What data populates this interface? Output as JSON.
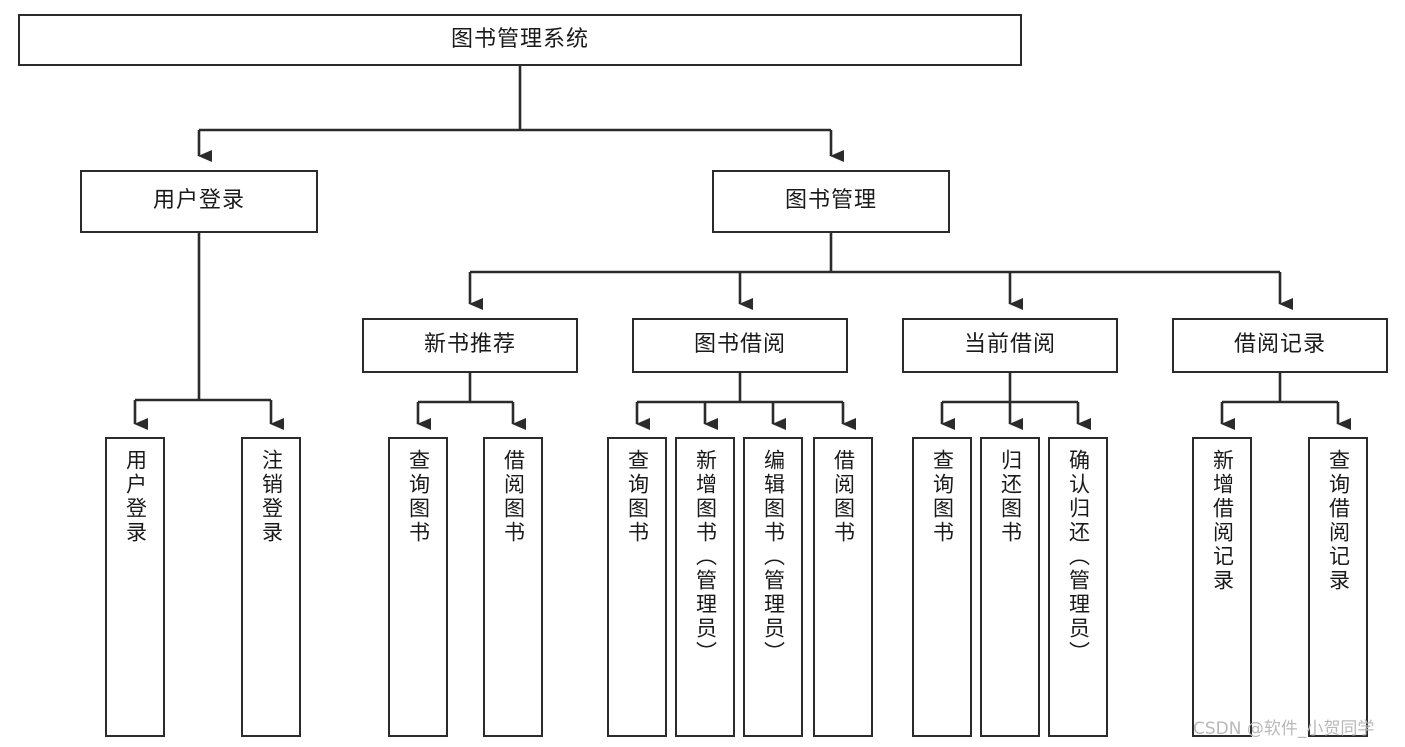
{
  "diagram": {
    "type": "hierarchy-tree",
    "title": "图书管理系统",
    "orientation": "top-down",
    "colors": {
      "box_border": "#2b2b2b",
      "box_fill": "#ffffff",
      "connector": "#2b2b2b",
      "text": "#1a1a1a",
      "watermark": "#b9b9b9",
      "background": "#ffffff"
    }
  },
  "root": {
    "label": "图书管理系统"
  },
  "level2": [
    {
      "label": "用户登录"
    },
    {
      "label": "图书管理"
    }
  ],
  "level3": [
    {
      "label": "新书推荐"
    },
    {
      "label": "图书借阅"
    },
    {
      "label": "当前借阅"
    },
    {
      "label": "借阅记录"
    }
  ],
  "leaves": {
    "user_login": [
      {
        "label": "用户登录"
      },
      {
        "label": "注销登录"
      }
    ],
    "new_book_recommend": [
      {
        "label": "查询图书"
      },
      {
        "label": "借阅图书"
      }
    ],
    "book_borrow": [
      {
        "label": "查询图书"
      },
      {
        "label": "新增图书（管理员）"
      },
      {
        "label": "编辑图书（管理员）"
      },
      {
        "label": "借阅图书"
      }
    ],
    "current_borrow": [
      {
        "label": "查询图书"
      },
      {
        "label": "归还图书"
      },
      {
        "label": "确认归还（管理员）"
      }
    ],
    "borrow_record": [
      {
        "label": "新增借阅记录"
      },
      {
        "label": "查询借阅记录"
      }
    ]
  },
  "watermark": {
    "text": "CSDN @软件_小贺同学"
  }
}
